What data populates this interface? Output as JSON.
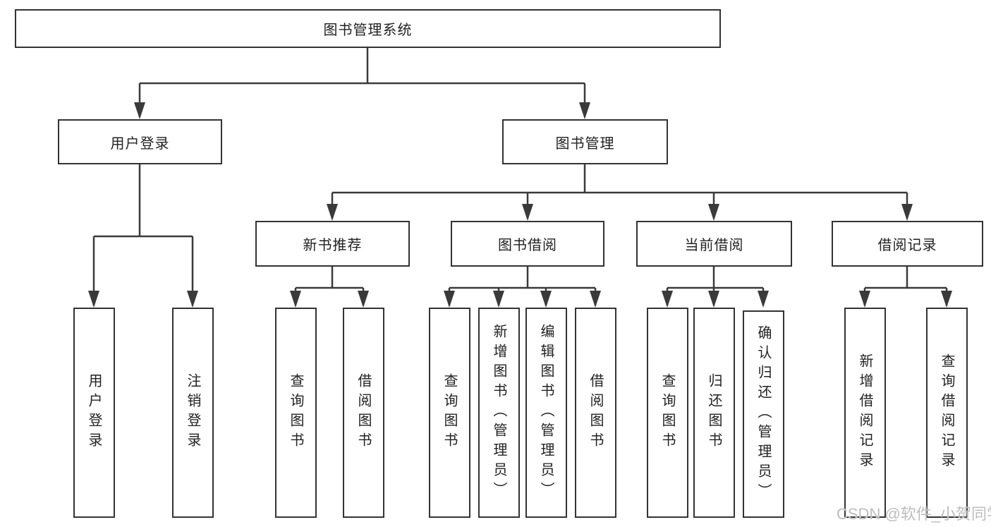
{
  "tree": {
    "label": "图书管理系统",
    "children": [
      {
        "label": "用户登录",
        "children": [
          {
            "label": "用户登录"
          },
          {
            "label": "注销登录"
          }
        ]
      },
      {
        "label": "图书管理",
        "children": [
          {
            "label": "新书推荐",
            "children": [
              {
                "label": "查询图书"
              },
              {
                "label": "借阅图书"
              }
            ]
          },
          {
            "label": "图书借阅",
            "children": [
              {
                "label": "查询图书"
              },
              {
                "label": "新增图书（管理员）"
              },
              {
                "label": "编辑图书（管理员）"
              },
              {
                "label": "借阅图书"
              }
            ]
          },
          {
            "label": "当前借阅",
            "children": [
              {
                "label": "查询图书"
              },
              {
                "label": "归还图书"
              },
              {
                "label": "确认归还（管理员）"
              }
            ]
          },
          {
            "label": "借阅记录",
            "children": [
              {
                "label": "新增借阅记录"
              },
              {
                "label": "查询借阅记录"
              }
            ]
          }
        ]
      }
    ]
  },
  "watermark": "CSDN @软件_小贺同学",
  "colors": {
    "line": "#3a3a3a",
    "box_border": "#333333",
    "box_fill": "#ffffff",
    "text": "#222222",
    "watermark": "#bdbdbd",
    "background": "#ffffff"
  }
}
